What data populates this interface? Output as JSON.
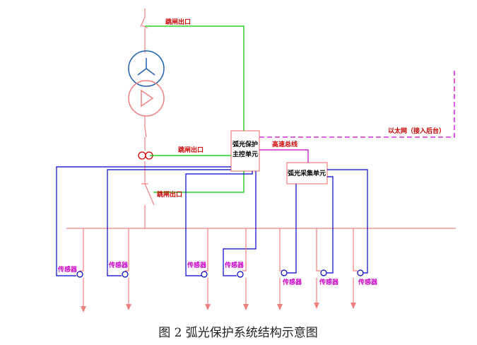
{
  "labels": {
    "trip_top": "跳闸出口",
    "trip_mid": "跳闸出口",
    "trip_low": "跳闸出口",
    "high_speed_bus": "高速总线",
    "ethernet": "以太网（接入后台）",
    "main_unit_line1": "弧光保护",
    "main_unit_line2": "主控单元",
    "collect_unit": "弧光采集单元",
    "sensor": "传感器"
  },
  "caption": "图 2   弧光保护系统结构示意图",
  "colors": {
    "green": "#00c800",
    "blue": "#0000c8",
    "pink": "#f08080",
    "red_text": "#cc0000",
    "magenta": "#cc00cc",
    "transformer_blue": "#2060b0"
  }
}
